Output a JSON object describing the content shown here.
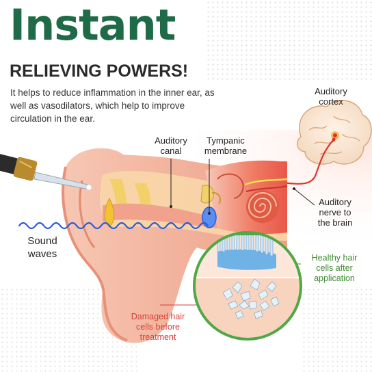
{
  "title": "Instant",
  "subtitle": "RELIEVING POWERS!",
  "description": "It helps to reduce inflammation in the inner ear, as well as vasodilators, which help to improve circulation in the ear.",
  "labels": {
    "auditory_canal": [
      "Auditory",
      "canal"
    ],
    "tympanic_membrane": [
      "Tympanic",
      "membrane"
    ],
    "auditory_cortex": [
      "Auditory",
      "cortex"
    ],
    "auditory_nerve": [
      "Auditory",
      "nerve to",
      "the brain"
    ],
    "sound_waves": [
      "Sound",
      "waves"
    ],
    "healthy_cells": [
      "Healthy hair",
      "cells after",
      "application"
    ],
    "damaged_cells": [
      "Damaged hair",
      "cells before",
      "treatment"
    ]
  },
  "colors": {
    "title_green": "#1f6b48",
    "healthy_green": "#3c8a2e",
    "damaged_red": "#d6403a",
    "circle_border": "#4fa845",
    "wave_blue": "#2a5bd7",
    "skin": "#f3b9a3",
    "inner_red": "#e8574a",
    "hair_cell_blue": "#6fb3e6",
    "dropper_gold": "#b98a2e"
  }
}
